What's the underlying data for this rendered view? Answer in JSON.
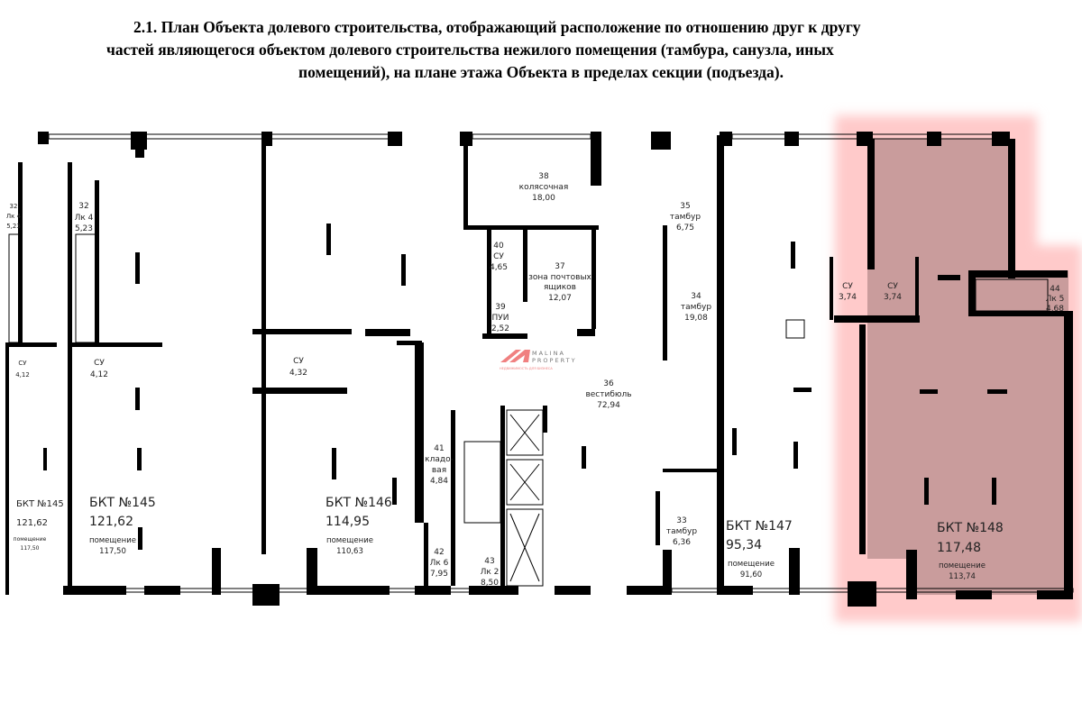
{
  "heading": {
    "line1": "2.1. План Объекта долевого строительства, отображающий расположение по отношению друг к другу",
    "line2": "частей являющегося объектом долевого строительства нежилого помещения (тамбура, санузла, иных",
    "line3": "помещений), на плане этажа Объекта в пределах секции (подъезда)."
  },
  "colors": {
    "highlight_glow": "#ffcaca",
    "highlight_fill": "#c99c9c",
    "walls": "#000000",
    "logo": "#f08080"
  },
  "logo": {
    "line1": "MALINA",
    "line2": "PROPERTY",
    "tagline": "НЕДВИЖИМОСТЬ ДЛЯ БИЗНЕСА"
  },
  "units": [
    {
      "name": "БКТ №145",
      "area": "121,62",
      "sub_label": "помещение",
      "sub_area": "117,50"
    },
    {
      "name": "БКТ №145",
      "area": "121,62",
      "sub_label": "помещение",
      "sub_area": "117,50"
    },
    {
      "name": "БКТ №146",
      "area": "114,95",
      "sub_label": "помещение",
      "sub_area": "110,63"
    },
    {
      "name": "БКТ №147",
      "area": "95,34",
      "sub_label": "помещение",
      "sub_area": "91,60"
    },
    {
      "name": "БКТ №148",
      "area": "117,48",
      "sub_label": "помещение",
      "sub_area": "113,74",
      "highlighted": true
    }
  ],
  "rooms": [
    {
      "num": "32",
      "name": "Лк 4",
      "area": "5,23"
    },
    {
      "num": "32",
      "name": "Лк 4",
      "area": "5,23"
    },
    {
      "name": "СУ",
      "area": "4,12"
    },
    {
      "name": "СУ",
      "area": "4,12"
    },
    {
      "name": "СУ",
      "area": "4,32"
    },
    {
      "num": "38",
      "name": "колясочная",
      "area": "18,00"
    },
    {
      "num": "40",
      "name": "СУ",
      "area": "4,65"
    },
    {
      "num": "37",
      "name": "зона почтовых",
      "name2": "ящиков",
      "area": "12,07"
    },
    {
      "num": "39",
      "name": "ПУИ",
      "area": "2,52"
    },
    {
      "num": "35",
      "name": "тамбур",
      "area": "6,75"
    },
    {
      "num": "34",
      "name": "тамбур",
      "area": "19,08"
    },
    {
      "num": "36",
      "name": "вестибюль",
      "area": "72,94"
    },
    {
      "num": "41",
      "name": "кладо-",
      "name2": "вая",
      "area": "4,84"
    },
    {
      "num": "42",
      "name": "Лк 6",
      "area": "7,95"
    },
    {
      "num": "43",
      "name": "Лк 2",
      "area": "8,50"
    },
    {
      "num": "33",
      "name": "тамбур",
      "area": "6,36"
    },
    {
      "name": "СУ",
      "area": "3,74"
    },
    {
      "name": "СУ",
      "area": "3,74"
    },
    {
      "num": "44",
      "name": "Лк 5",
      "area": "4,68"
    }
  ]
}
